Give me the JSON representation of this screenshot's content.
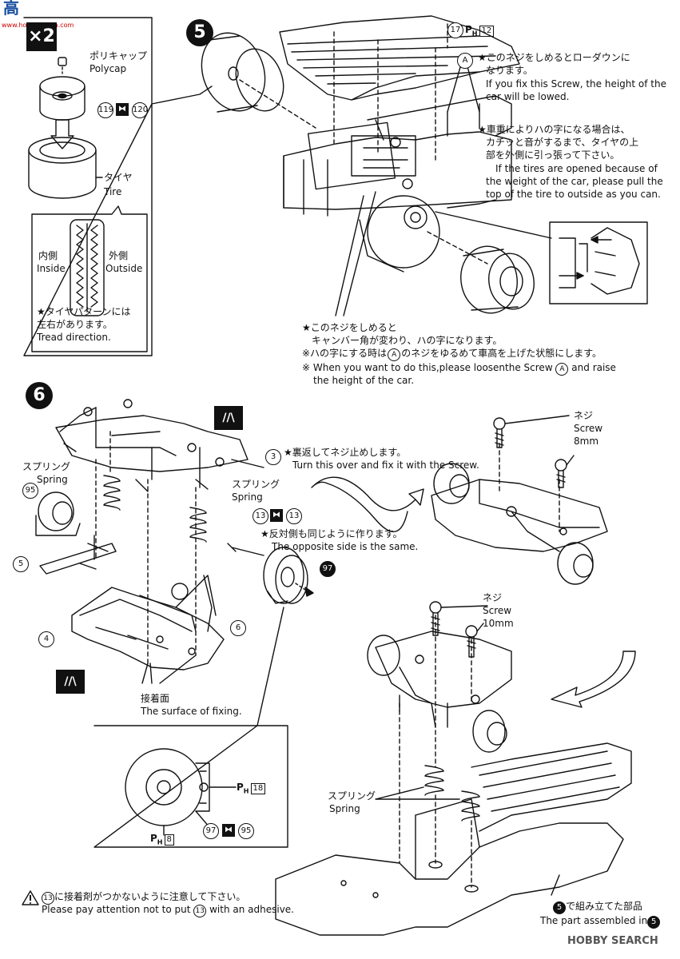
{
  "watermark": {
    "top_left": "高",
    "top_left_url": "www.hobby-china.com",
    "bottom_right": "HOBBY SEARCH"
  },
  "step5": {
    "number": "5",
    "multiplier": "×2",
    "polycap": {
      "jp": "ポリキャップ",
      "en": "Polycap"
    },
    "tire": {
      "jp": "タイヤ",
      "en": "Tire"
    },
    "inside": {
      "jp": "内側",
      "en": "Inside"
    },
    "outside": {
      "jp": "外側",
      "en": "Outside"
    },
    "tread_note": {
      "jp1": "★タイヤパターンには",
      "jp2": "左右があります。",
      "en": "Tread direction."
    },
    "part_119": "119",
    "part_120": "120",
    "part_17": "17",
    "ph_12": "12",
    "label_A": "A",
    "note_lowdown": {
      "jp1": "★このネジをしめるとローダウンに",
      "jp2": "なります。",
      "en1": "If you fix this Screw, the height of the",
      "en2": "car will be lowed."
    },
    "note_tires": {
      "jp1": "★車重によりハの字になる場合は、",
      "jp2": "カチッと音がするまで、タイヤの上",
      "jp3": "部を外側に引っ張って下さい。",
      "en1": "If the tires are opened because of",
      "en2": "the weight of the car, please pull the",
      "en3": "top of the tire to outside as you can."
    },
    "note_camber": {
      "jp1": "★このネジをしめると",
      "jp2": "キャンバー角が変わり、ハの字になります。",
      "jp3a": "※ハの字にする時は",
      "jp3b": "のネジをゆるめて車高を上げた状態にします。",
      "en1a": "※ When you want to do this,please loosenthe Screw",
      "en1b": "and raise",
      "en2": "the height of the car."
    }
  },
  "step6": {
    "number": "6",
    "spring_left": {
      "jp": "スプリング",
      "en": "Spring"
    },
    "spring_mid": {
      "jp": "スプリング",
      "en": "Spring"
    },
    "spring_bottom": {
      "jp": "スプリング",
      "en": "Spring"
    },
    "part_95": "95",
    "part_5": "5",
    "part_4": "4",
    "part_3": "3",
    "part_6": "6",
    "part_13a": "13",
    "part_13b": "13",
    "part_97": "97",
    "turn_over": {
      "jp": "★裏返してネジ止めします。",
      "en": "Turn this over and fix it with the Screw."
    },
    "opposite": {
      "jp": "★反対側も同じように作ります。",
      "en": "The opposite side is the same."
    },
    "fixing_surface": {
      "jp": "接着面",
      "en": "The surface of fixing."
    },
    "screw_8": {
      "jp": "ネジ",
      "en": "Screw",
      "size": "8mm"
    },
    "screw_10": {
      "jp": "ネジ",
      "en": "Screw",
      "size": "10mm"
    },
    "detail": {
      "ph_18": "18",
      "ph_8": "8",
      "part_97": "97",
      "part_95": "95"
    },
    "caution": {
      "jp_pre": "",
      "jp_post": "に接着剤がつかないように注意して下さい。",
      "en_pre": "Please pay attention not to put",
      "en_post": "with an adhesive.",
      "part": "13"
    },
    "assembled": {
      "jp_post": "で組み立てた部品",
      "en_pre": "The part assembled in",
      "step": "5"
    }
  },
  "ph_label": "P",
  "ph_sub": "H"
}
